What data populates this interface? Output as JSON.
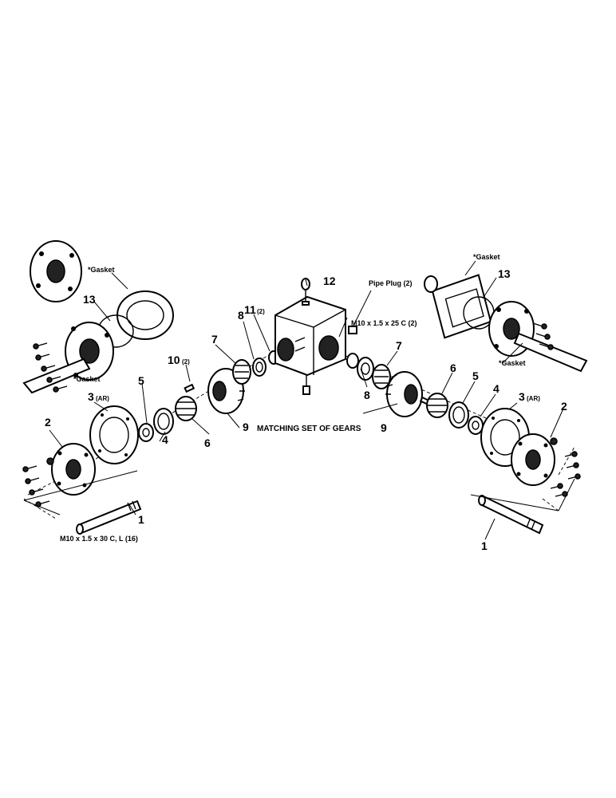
{
  "labels": {
    "left": {
      "shaft": "1",
      "hub": "2",
      "housing": "3",
      "housing_note": "(AR)",
      "seal": "4",
      "cup": "5",
      "cone": "6",
      "gasket_top": "*Gasket",
      "gasket_bottom": "*Gasket",
      "oring": "13",
      "bolt_spec": "M10 x 1.5 x 30 C, L (16)"
    },
    "right": {
      "shaft": "1",
      "hub": "2",
      "housing": "3",
      "housing_note": "(AR)",
      "seal": "4",
      "cup": "5",
      "cone": "6",
      "gasket_top": "*Gasket",
      "gasket_bottom": "*Gasket",
      "oring": "13"
    },
    "center": {
      "gearbox": "12",
      "pipe_plug": "Pipe Plug (2)",
      "center_bolt": "M10 x 1.5 x 25 C (2)",
      "key": "10",
      "key_note": "(2)",
      "dowel": "11",
      "dowel_note": "(2)",
      "left_gear_small": "7",
      "right_gear_small": "7",
      "left_spacer": "8",
      "right_spacer": "8",
      "left_gear": "9",
      "right_gear": "9",
      "matching_note": "MATCHING SET OF GEARS"
    }
  }
}
